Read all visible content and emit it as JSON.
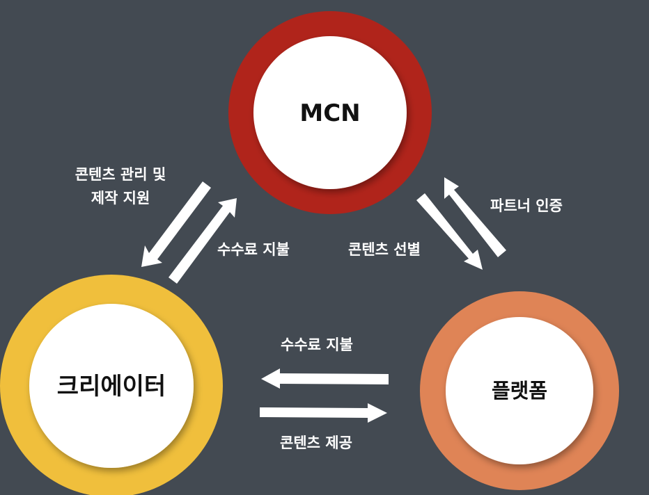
{
  "colors": {
    "background": "#434a52",
    "mcn_ring": "#b0241b",
    "creator_ring": "#f0bf3c",
    "platform_ring": "#df8456",
    "node_fill": "#ffffff",
    "arrow": "#ffffff"
  },
  "nodes": {
    "mcn": {
      "label": "MCN"
    },
    "creator": {
      "label": "크리에이터"
    },
    "platform": {
      "label": "플랫폼"
    }
  },
  "edges": {
    "mcn_to_creator": {
      "label_line1": "콘텐츠 관리 및",
      "label_line2": "제작 지원"
    },
    "creator_to_mcn": {
      "label": "수수료 지불"
    },
    "mcn_to_platform": {
      "label": "콘텐츠 선별"
    },
    "platform_to_mcn": {
      "label": "파트너 인증"
    },
    "platform_to_creator": {
      "label": "수수료 지불"
    },
    "creator_to_platform": {
      "label": "콘텐츠 제공"
    }
  }
}
